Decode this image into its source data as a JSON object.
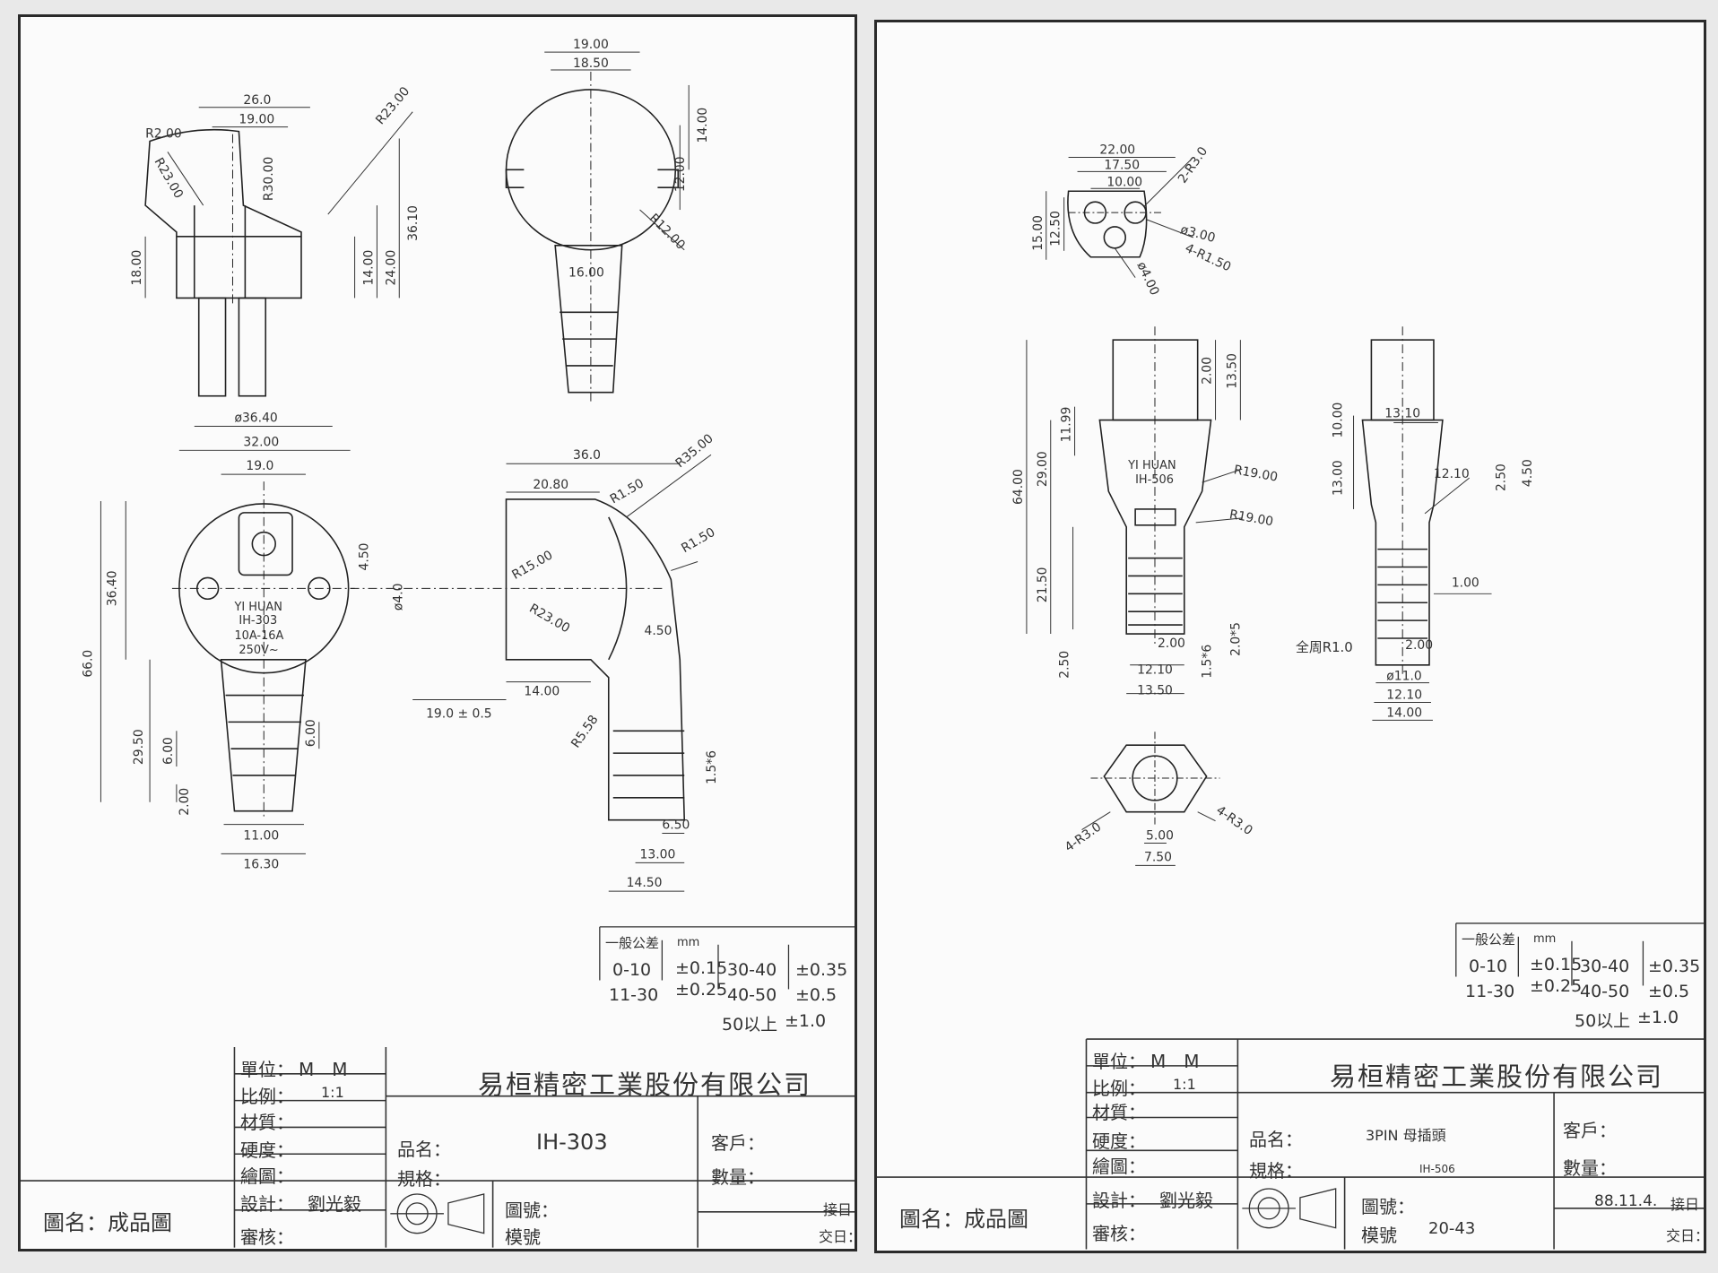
{
  "left": {
    "dims": {
      "top_view": [
        "26.0",
        "19.00",
        "R2.00",
        "R23.00",
        "R30.00",
        "R23.00",
        "18.00",
        "14.00",
        "24.00",
        "36.10"
      ],
      "end_view": [
        "19.00",
        "18.50",
        "14.00",
        "12.00",
        "R12.00",
        "16.00"
      ],
      "front_view": [
        "ø36.40",
        "32.00",
        "19.0",
        "36.40",
        "66.0",
        "4.50",
        "29.50",
        "6.00",
        "6.00",
        "2.00",
        "11.00",
        "16.30"
      ],
      "side_view": [
        "36.0",
        "20.80",
        "R1.50",
        "R35.00",
        "R1.50",
        "R15.00",
        "R23.00",
        "ø4.0",
        "4.50",
        "19.0 ± 0.5",
        "14.00",
        "R5.58",
        "1.5*6",
        "6.50",
        "13.00",
        "14.50"
      ]
    },
    "marking": [
      "YI HUAN",
      "IH-303",
      "10A-16A",
      "250V~"
    ],
    "tolerance": {
      "header": "一般公差",
      "unit": "mm",
      "r1a": "0-10",
      "r1b": "±0.15",
      "r1c": "30-40",
      "r1d": "±0.35",
      "r2a": "11-30",
      "r2b": "±0.25",
      "r2c": "40-50",
      "r2d": "±0.5",
      "r3a": "50以上",
      "r3b": "±1.0"
    },
    "title_block": {
      "unit_label": "單位：",
      "unit_value": "M　M",
      "scale_label": "比例：",
      "scale_value": "1:1",
      "material": "材質：",
      "hardness": "硬度：",
      "drawn": "繪圖：",
      "design_label": "設計：",
      "design_value": "劉光毅",
      "review": "審核：",
      "company": "易桓精密工業股份有限公司",
      "name_label": "品名：",
      "name_value": "IH-303",
      "spec_label": "規格：",
      "customer_label": "客戶：",
      "qty_label": "數量：",
      "drawing_no": "圖號：",
      "mold_no": "模號",
      "received": "接日",
      "delivered": "交日：",
      "title": "圖名：成品圖"
    }
  },
  "right": {
    "dims": {
      "face_view": [
        "22.00",
        "17.50",
        "10.00",
        "2-R3.0",
        "15.00",
        "12.50",
        "ø3.00",
        "4-R1.50",
        "ø4.00"
      ],
      "front_view": [
        "64.00",
        "29.00",
        "11.99",
        "21.50",
        "2.50",
        "2.00",
        "13.50",
        "R19.00",
        "R19.00",
        "2.00",
        "12.10",
        "13.50",
        "1.5*6",
        "2.0*5"
      ],
      "side_view": [
        "13.10",
        "10.00",
        "13.00",
        "12.10",
        "2.50",
        "4.50",
        "1.00",
        "全周R1.0",
        "2.00",
        "ø11.0",
        "12.10",
        "14.00"
      ],
      "bottom_view": [
        "4-R3.0",
        "4-R3.0",
        "5.00",
        "7.50"
      ]
    },
    "marking": [
      "YI HUAN",
      "IH-506"
    ],
    "tolerance": {
      "header": "一般公差",
      "unit": "mm",
      "r1a": "0-10",
      "r1b": "±0.15",
      "r1c": "30-40",
      "r1d": "±0.35",
      "r2a": "11-30",
      "r2b": "±0.25",
      "r2c": "40-50",
      "r2d": "±0.5",
      "r3a": "50以上",
      "r3b": "±1.0"
    },
    "title_block": {
      "unit_label": "單位：",
      "unit_value": "M　M",
      "scale_label": "比例：",
      "scale_value": "1:1",
      "material": "材質：",
      "hardness": "硬度：",
      "drawn": "繪圖：",
      "design_label": "設計：",
      "design_value": "劉光毅",
      "review": "審核：",
      "company": "易桓精密工業股份有限公司",
      "name_label": "品名：",
      "name_value": "3PIN 母插頭",
      "spec_label": "規格：",
      "spec_value": "IH-506",
      "customer_label": "客戶：",
      "qty_label": "數量：",
      "drawing_no": "圖號：",
      "mold_no": "模號",
      "mold_value": "20-43",
      "date": "88.11.4.",
      "received": "接日",
      "delivered": "交日：",
      "title": "圖名：成品圖"
    }
  }
}
